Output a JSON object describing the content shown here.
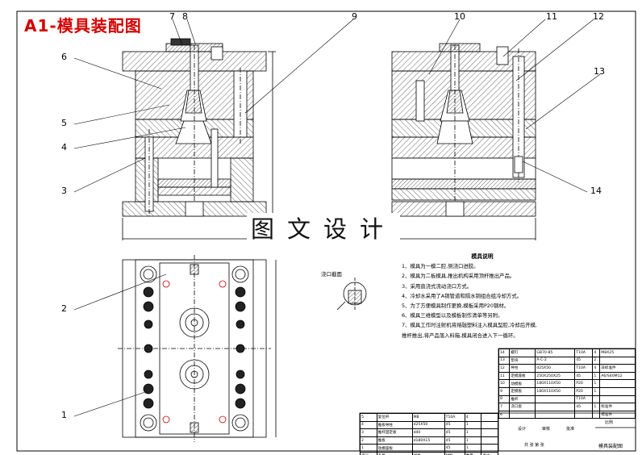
{
  "title": "A1-模具装配图",
  "watermark": "图文设计",
  "callouts": {
    "c1": "1",
    "c2": "2",
    "c3": "3",
    "c4": "4",
    "c5": "5",
    "c6": "6",
    "c7": "7",
    "c8": "8",
    "c9": "9",
    "c10": "10",
    "c11": "11",
    "c12": "12",
    "c13": "13",
    "c14": "14"
  },
  "gate_title": "浇口截面",
  "notes": {
    "title": "模具说明",
    "lines": [
      "1、模具为一模二腔,侧浇口进胶。",
      "2、模具为二板模具,推出机构采用顶杆推出产品。",
      "3、采用直浇式流动浇口方式。",
      "4、冷却水采用了A铜管道和隔水铜组合组冷却方式。",
      "5、为了方便模具制作更换,模板采用P20钢材。",
      "6、模具三维模型以及模板制作清单等另附。",
      "7、模具工作时注射机将熔融塑料注入模具型腔,冷却后开模,",
      "   推杆推出,将产品落入料箱,模具闭合进入下一循环。"
    ]
  },
  "bom_upper": [
    [
      "14",
      "螺钉",
      "GB70-85",
      "T10A",
      "4",
      "M8X25"
    ],
    [
      "13",
      "垫块",
      "A-C-2",
      "45",
      "2",
      ""
    ],
    [
      "12",
      "导柱",
      "d25X50",
      "T10A",
      "4",
      "非标准件"
    ],
    [
      "11",
      "定模座板",
      "250X250X25",
      "45",
      "1",
      "A6/S40M12"
    ],
    [
      "10",
      "动模板",
      "180X110X50",
      "P20",
      "1",
      ""
    ],
    [
      "9",
      "定模板",
      "180X110X50",
      "P20",
      "1",
      ""
    ],
    [
      "8",
      "推杆",
      "",
      "T10A",
      "",
      ""
    ],
    [
      "7",
      "浇口套",
      "",
      "45",
      "1",
      "标准件"
    ],
    [
      "6",
      "",
      "",
      "",
      "",
      "标准件"
    ]
  ],
  "bom_lower": [
    [
      "5",
      "复位杆",
      "M8",
      "T10A",
      "4",
      ""
    ],
    [
      "4",
      "推板导柱",
      "d25X50",
      "45",
      "1",
      ""
    ],
    [
      "3",
      "推杆固定板",
      "d40",
      "45",
      "1",
      ""
    ],
    [
      "2",
      "推板",
      "d180X15",
      "45",
      "1",
      ""
    ],
    [
      "1",
      "动模座板",
      "",
      "45",
      "1",
      ""
    ],
    [
      "序号",
      "名称",
      "规格",
      "材料",
      "数量",
      "备注"
    ]
  ],
  "title_block": {
    "drawing_name": "模具装配图",
    "designer": "设计",
    "checker": "审核",
    "approver": "批准",
    "scale": "比例",
    "sheet": "共 张 第 张"
  }
}
